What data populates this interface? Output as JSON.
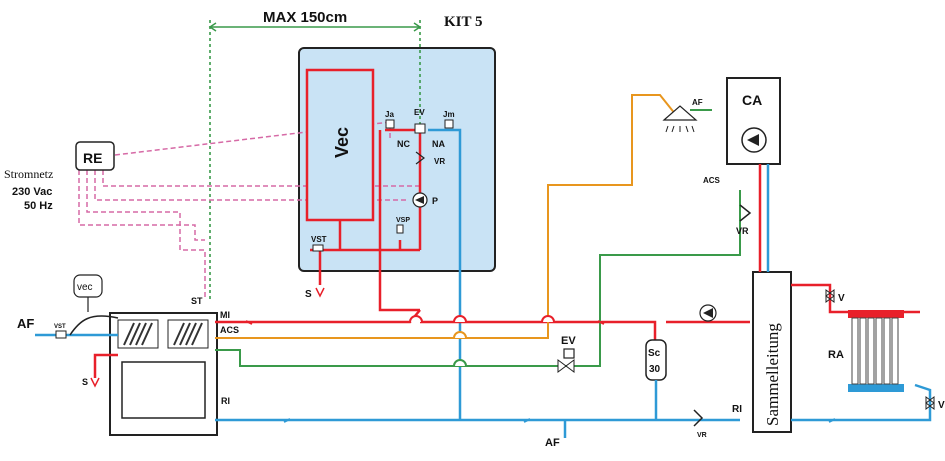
{
  "diagram": {
    "max_label": "MAX 150cm",
    "kit_label": "KIT 5",
    "vec_tank_label": "Vec",
    "ev_top": "EV",
    "ja": "Ja",
    "jm": "Jm",
    "nc": "NC",
    "na": "NA",
    "vr_top": "VR",
    "p": "P",
    "vst_kit": "VST",
    "vsp": "VSP",
    "s_kit": "S",
    "re": "RE",
    "stromnetz": "Stromnetz",
    "volt": "230 Vac",
    "hz": "50 Hz",
    "st": "ST",
    "mi": "MI",
    "acs_boiler": "ACS",
    "ri_boiler": "RI",
    "af_left": "AF",
    "vst_left": "VST",
    "vec_small": "vec",
    "s_left": "S",
    "ev_mid": "EV",
    "af_bottom": "AF",
    "sc": "Sc",
    "sc_num": "30",
    "ri_right": "RI",
    "vr_bottom": "VR",
    "sammel": "Sammelleitung",
    "v_top": "V",
    "v_bottom": "V",
    "ra": "RA",
    "ca": "CA",
    "acs_ca": "ACS",
    "vr_right": "VR",
    "af_top": "AF"
  },
  "colors": {
    "red": "#e8202a",
    "blue": "#2e9ad6",
    "green": "#3a9a4a",
    "orange": "#e8961e",
    "pink": "#d66aa6",
    "panel": "#c9e3f5",
    "darkred": "#c0202a"
  }
}
